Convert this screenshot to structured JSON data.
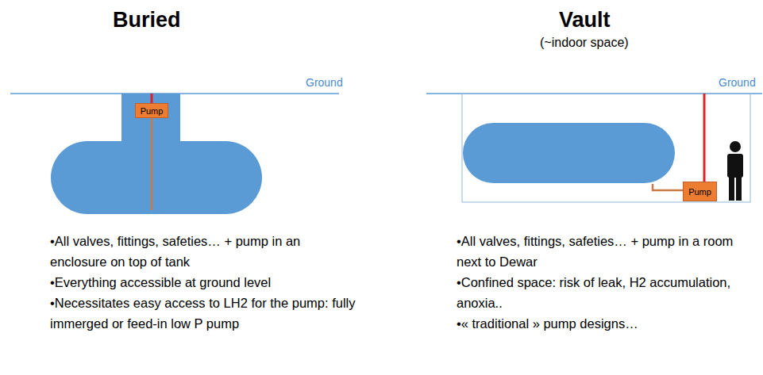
{
  "diagram": {
    "nodes": [
      {
        "text": [
          "Pump"
        ]
      },
      {
        "text": [
          "Pump"
        ]
      }
    ],
    "labels": [
      "Buried",
      "Vault",
      "(~indoor space)",
      "Ground",
      "Ground",
      "•All valves, fittings, safeties… + pump in an enclosure on top of tank",
      "•Everything accessible at ground level",
      "•Necessitates easy access to LH2 for the pump: fully immerged or feed-in low P pump",
      "•All valves, fittings, safeties… + pump in a room next to Dewar",
      "•Confined space: risk of leak, H2 accumulation, anoxia..",
      "•« traditional » pump designs…"
    ]
  }
}
